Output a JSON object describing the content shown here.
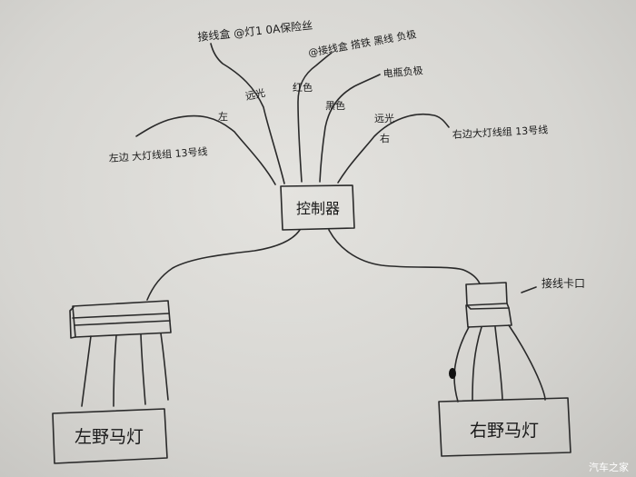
{
  "controller": {
    "label": "控制器"
  },
  "top_labels": {
    "main": "接线盒 @灯1 0A保险丝",
    "negative": "@接线盒 搭铁 黑线 负极",
    "battery_negative": "电瓶负极",
    "left_headlight": "左边 大灯线组 13号线",
    "right_headlight": "右边大灯线组 13号线"
  },
  "wire_labels": {
    "left_high_beam": "远光",
    "left_side": "左",
    "red_wire": "红色",
    "black_wire": "黑色",
    "right_high_beam": "远光",
    "right_side": "右"
  },
  "connector_right_label": "接线卡口",
  "left_lamp": {
    "label": "左野马灯"
  },
  "right_lamp": {
    "label": "右野马灯"
  },
  "watermark": "汽车之家"
}
